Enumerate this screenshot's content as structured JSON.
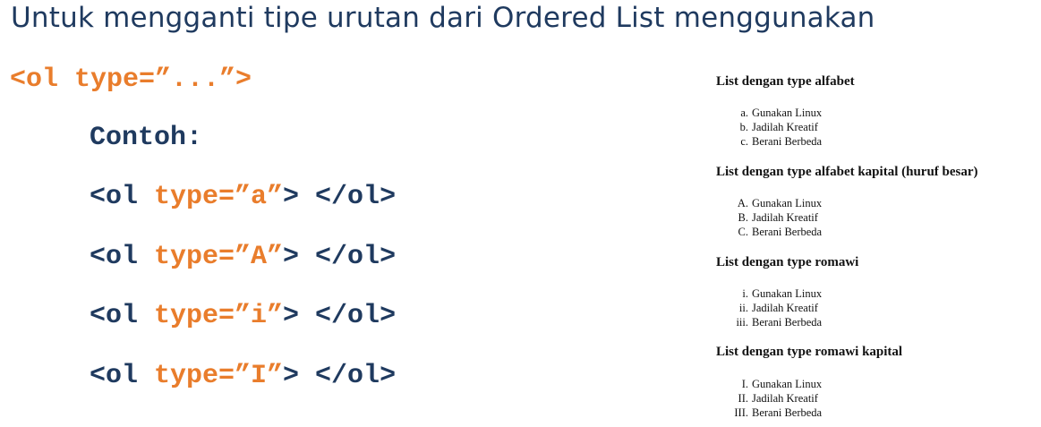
{
  "heading": "Untuk mengganti tipe urutan dari Ordered List menggunakan",
  "syntax": "<ol type=”...”>",
  "contoh_label": "Contoh:",
  "examples": [
    {
      "open": "<ol ",
      "attr": "type=”a”",
      "close": "> </ol>"
    },
    {
      "open": "<ol ",
      "attr": "type=”A”",
      "close": "> </ol>"
    },
    {
      "open": "<ol ",
      "attr": "type=”i”",
      "close": "> </ol>"
    },
    {
      "open": "<ol ",
      "attr": "type=”I”",
      "close": "> </ol>"
    }
  ],
  "rendered_lists": [
    {
      "title": "List dengan type alfabet",
      "items": [
        {
          "marker": "a.",
          "text": "Gunakan Linux"
        },
        {
          "marker": "b.",
          "text": "Jadilah Kreatif"
        },
        {
          "marker": "c.",
          "text": "Berani Berbeda"
        }
      ]
    },
    {
      "title": "List dengan type alfabet kapital (huruf besar)",
      "items": [
        {
          "marker": "A.",
          "text": "Gunakan Linux"
        },
        {
          "marker": "B.",
          "text": "Jadilah Kreatif"
        },
        {
          "marker": "C.",
          "text": "Berani Berbeda"
        }
      ]
    },
    {
      "title": "List dengan type romawi",
      "items": [
        {
          "marker": "i.",
          "text": "Gunakan Linux"
        },
        {
          "marker": "ii.",
          "text": "Jadilah Kreatif"
        },
        {
          "marker": "iii.",
          "text": "Berani Berbeda"
        }
      ]
    },
    {
      "title": "List dengan type romawi kapital",
      "items": [
        {
          "marker": "I.",
          "text": "Gunakan Linux"
        },
        {
          "marker": "II.",
          "text": "Jadilah Kreatif"
        },
        {
          "marker": "III.",
          "text": "Berani Berbeda"
        }
      ]
    }
  ],
  "colors": {
    "navy": "#1f3a5f",
    "orange": "#e97d2c"
  }
}
